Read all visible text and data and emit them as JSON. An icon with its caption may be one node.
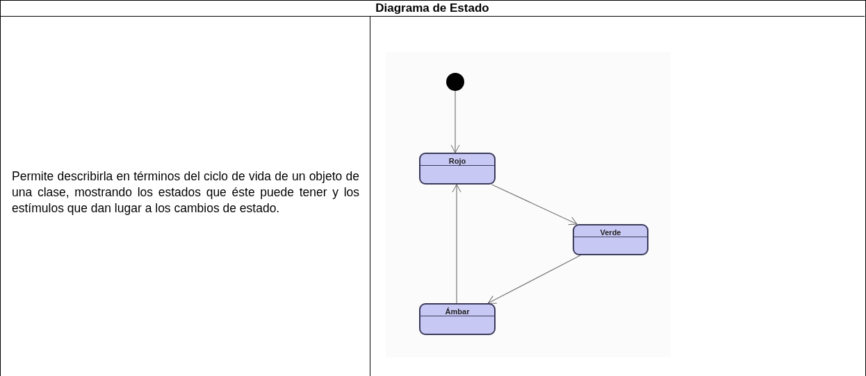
{
  "diagram": {
    "title": "Diagrama de Estado",
    "nodes": [
      {
        "text": [],
        "shape": "circle"
      },
      {
        "text": [
          "Rojo"
        ]
      },
      {
        "text": [
          "Verde"
        ]
      },
      {
        "text": [
          "Ámbar"
        ]
      }
    ],
    "edges": [
      {
        "from": 0,
        "to": 1,
        "arrow": "to"
      },
      {
        "from": 1,
        "to": 2,
        "arrow": "to"
      },
      {
        "from": 2,
        "to": 3,
        "arrow": "to"
      },
      {
        "from": 3,
        "to": 1,
        "arrow": "to"
      }
    ],
    "labels": [
      "Permite describirla en términos del ciclo de vida de un objeto de una clase, mostrando los estados que éste puede tener y los estímulos que dan lugar a los cambios de estado."
    ]
  }
}
